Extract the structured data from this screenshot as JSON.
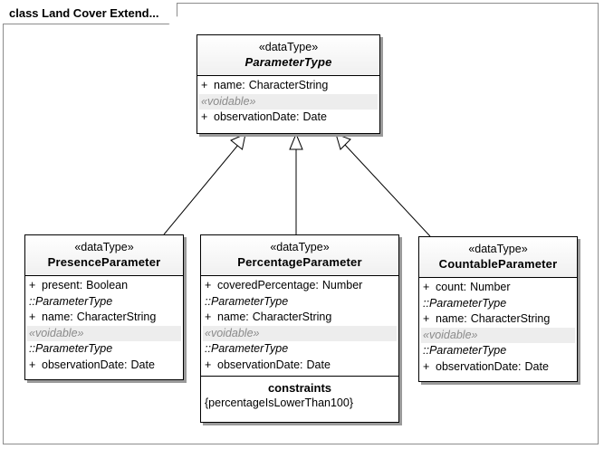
{
  "frame": {
    "title": "class Land Cover Extend..."
  },
  "classes": {
    "parameter_type": {
      "stereotype": "«dataType»",
      "name": "ParameterType",
      "attrs": [
        {
          "vis": "+",
          "name": "name:",
          "type": "CharacterString"
        }
      ],
      "group_label": "«voidable»",
      "group_attrs": [
        {
          "vis": "+",
          "name": "observationDate:",
          "type": "Date"
        }
      ]
    },
    "presence": {
      "stereotype": "«dataType»",
      "name": "PresenceParameter",
      "attrs": [
        {
          "vis": "+",
          "name": "present:",
          "type": "Boolean"
        }
      ],
      "inherit1": "::ParameterType",
      "inherit_attrs": [
        {
          "vis": "+",
          "name": "name:",
          "type": "CharacterString"
        }
      ],
      "group_label": "«voidable»",
      "inherit2": "::ParameterType",
      "group_attrs": [
        {
          "vis": "+",
          "name": "observationDate:",
          "type": "Date"
        }
      ]
    },
    "percentage": {
      "stereotype": "«dataType»",
      "name": "PercentageParameter",
      "attrs": [
        {
          "vis": "+",
          "name": "coveredPercentage:",
          "type": "Number"
        }
      ],
      "inherit1": "::ParameterType",
      "inherit_attrs": [
        {
          "vis": "+",
          "name": "name:",
          "type": "CharacterString"
        }
      ],
      "group_label": "«voidable»",
      "inherit2": "::ParameterType",
      "group_attrs": [
        {
          "vis": "+",
          "name": "observationDate:",
          "type": "Date"
        }
      ],
      "constraints_title": "constraints",
      "constraints": [
        "{percentageIsLowerThan100}"
      ]
    },
    "countable": {
      "stereotype": "«dataType»",
      "name": "CountableParameter",
      "attrs": [
        {
          "vis": "+",
          "name": "count:",
          "type": "Number"
        }
      ],
      "inherit1": "::ParameterType",
      "inherit_attrs": [
        {
          "vis": "+",
          "name": "name:",
          "type": "CharacterString"
        }
      ],
      "group_label": "«voidable»",
      "inherit2": "::ParameterType",
      "group_attrs": [
        {
          "vis": "+",
          "name": "observationDate:",
          "type": "Date"
        }
      ]
    }
  },
  "generalizations": [
    {
      "from": "presence",
      "to": "parameter_type"
    },
    {
      "from": "percentage",
      "to": "parameter_type"
    },
    {
      "from": "countable",
      "to": "parameter_type"
    }
  ],
  "colors": {
    "line": "#000000",
    "frame": "#8c8c8c",
    "shadow": "#9a9a9a",
    "voidable_band": "#ededed"
  }
}
